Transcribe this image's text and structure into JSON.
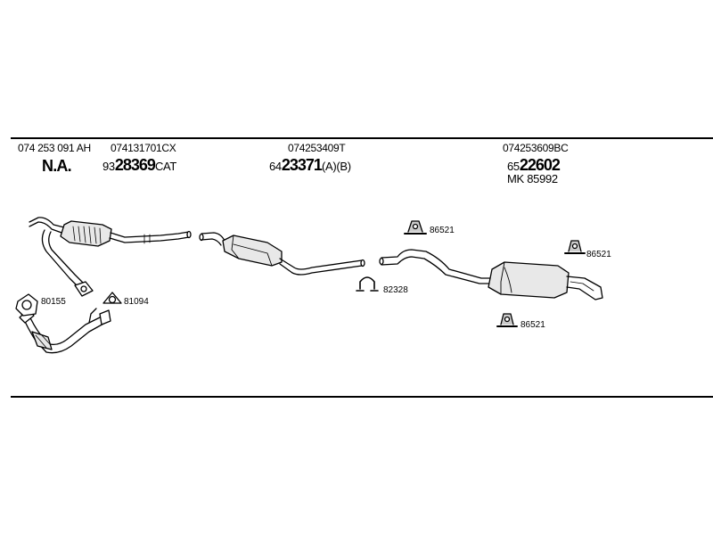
{
  "part_numbers": {
    "col1": {
      "oem": "074 253 091 AH",
      "ref": "N.A."
    },
    "col2": {
      "oem": "074131701CX",
      "ref_prefix": "93",
      "ref_bold": "28369",
      "ref_suffix": "CAT"
    },
    "col3": {
      "oem": "074253409T",
      "ref_prefix": "64",
      "ref_bold": "23371",
      "ref_suffix": "(A)(B)"
    },
    "col4": {
      "oem": "074253609BC",
      "ref_prefix": "65",
      "ref_bold": "22602",
      "ref2": "MK  85992"
    }
  },
  "fitting_labels": {
    "gasket_80155": "80155",
    "gasket_81094": "81094",
    "clamp_82328": "82328",
    "hanger_a": "86521",
    "hanger_b": "86521",
    "hanger_c": "86521"
  }
}
